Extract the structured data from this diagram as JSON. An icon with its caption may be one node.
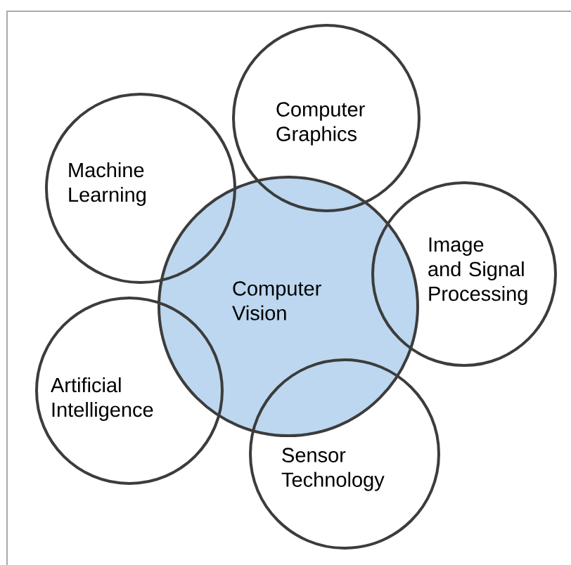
{
  "diagram": {
    "nodes": [
      {
        "text": [
          "Computer Graphics"
        ]
      },
      {
        "text": [
          "Machine Learning"
        ]
      },
      {
        "text": [
          "Image and Signal Processing"
        ]
      },
      {
        "text": [
          "Computer Vision"
        ]
      },
      {
        "text": [
          "Artificial Intelligence"
        ]
      },
      {
        "text": [
          "Sensor Technology"
        ]
      }
    ]
  }
}
